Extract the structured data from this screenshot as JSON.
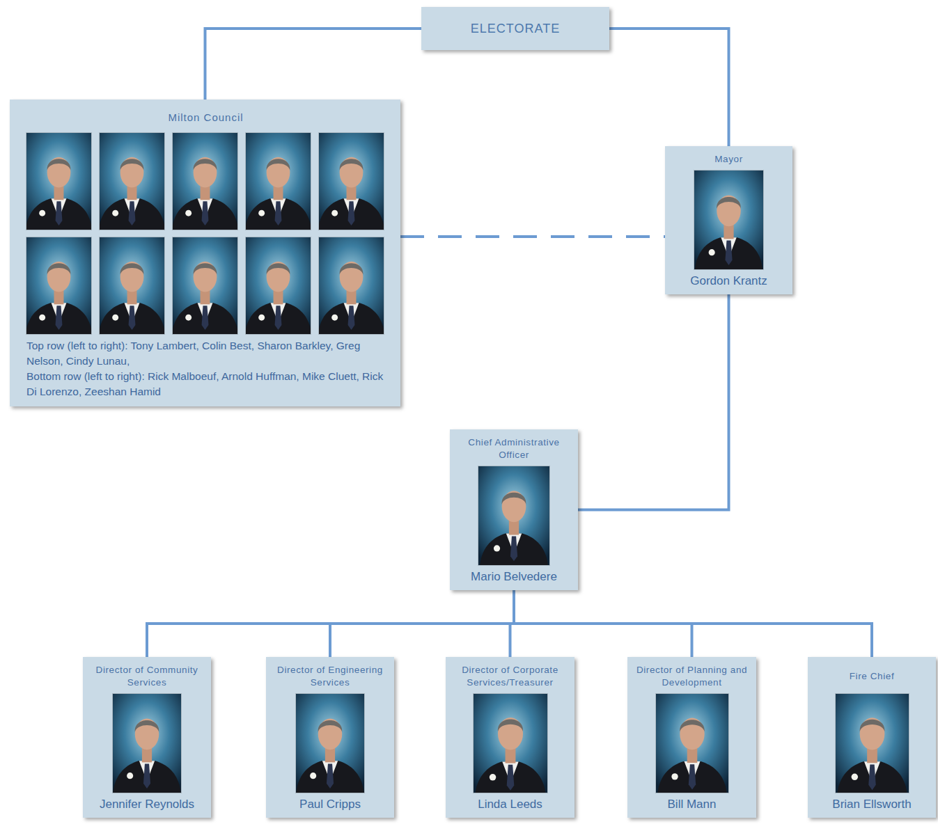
{
  "diagram": {
    "nodes": [
      {
        "text": [
          "ELECTORATE"
        ]
      },
      {
        "text": [
          "Milton Council",
          "Top row (left to right): Tony Lambert, Colin Best, Sharon Barkley, Greg Nelson, Cindy Lunau,",
          "Bottom row (left to right): Rick Malboeuf, Arnold Huffman, Mike Cluett, Rick Di Lorenzo, Zeeshan Hamid"
        ]
      },
      {
        "text": [
          "Mayor",
          "Gordon Krantz"
        ]
      },
      {
        "text": [
          "Chief Administrative Officer",
          "Mario Belvedere"
        ]
      },
      {
        "text": [
          "Director of Community Services",
          "Jennifer Reynolds"
        ]
      },
      {
        "text": [
          "Director of Engineering Services",
          "Paul Cripps"
        ]
      },
      {
        "text": [
          "Director of Corporate Services/Treasurer",
          "Linda Leeds"
        ]
      },
      {
        "text": [
          "Director of Planning and Development",
          "Bill Mann"
        ]
      },
      {
        "text": [
          "Fire Chief",
          "Brian Ellsworth"
        ]
      }
    ],
    "edges": [
      {
        "from": 0,
        "to": 1,
        "arrow": "none"
      },
      {
        "from": 0,
        "to": 2,
        "arrow": "none"
      },
      {
        "from": 1,
        "to": 2,
        "arrow": "none"
      },
      {
        "from": 2,
        "to": 3,
        "arrow": "none"
      },
      {
        "from": 3,
        "to": 4,
        "arrow": "none"
      },
      {
        "from": 3,
        "to": 5,
        "arrow": "none"
      },
      {
        "from": 3,
        "to": 6,
        "arrow": "none"
      },
      {
        "from": 3,
        "to": 7,
        "arrow": "none"
      },
      {
        "from": 3,
        "to": 8,
        "arrow": "none"
      }
    ]
  }
}
